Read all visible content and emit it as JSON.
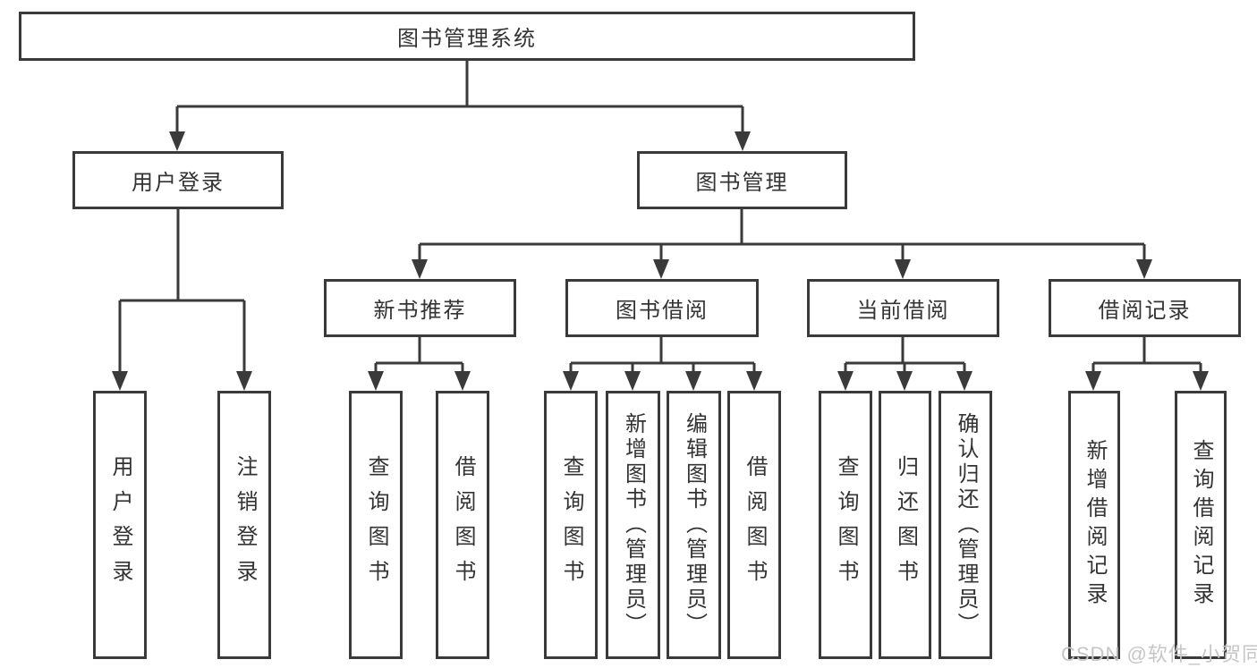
{
  "diagram_type": "hierarchy-tree",
  "colors": {
    "line": "#3a3a3a",
    "box_border": "#3a3a3a",
    "text": "#333333",
    "background": "#ffffff",
    "watermark_text_color": "#c6c6c6"
  },
  "watermark": "CSDN @软件_小贺同学",
  "tree": {
    "label": "图书管理系统",
    "children": [
      {
        "label": "用户登录",
        "children": [
          {
            "label": "用户登录"
          },
          {
            "label": "注销登录"
          }
        ]
      },
      {
        "label": "图书管理",
        "children": [
          {
            "label": "新书推荐",
            "children": [
              {
                "label": "查询图书"
              },
              {
                "label": "借阅图书"
              }
            ]
          },
          {
            "label": "图书借阅",
            "children": [
              {
                "label": "查询图书"
              },
              {
                "label": "新增图书（管理员）"
              },
              {
                "label": "编辑图书（管理员）"
              },
              {
                "label": "借阅图书"
              }
            ]
          },
          {
            "label": "当前借阅",
            "children": [
              {
                "label": "查询图书"
              },
              {
                "label": "归还图书"
              },
              {
                "label": "确认归还（管理员）"
              }
            ]
          },
          {
            "label": "借阅记录",
            "children": [
              {
                "label": "新增借阅记录"
              },
              {
                "label": "查询借阅记录"
              }
            ]
          }
        ]
      }
    ]
  }
}
